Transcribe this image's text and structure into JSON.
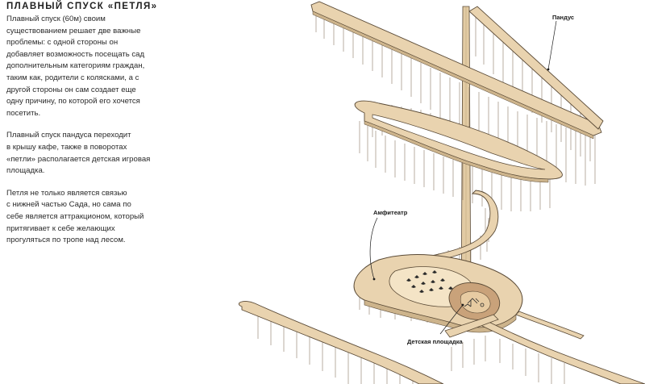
{
  "title": "ПЛАВНЫЙ СПУСК «ПЕТЛЯ»",
  "paragraphs": [
    "Плавный спуск (60м) своим\nсуществованием решает две важные\nпроблемы: с одной стороны он\nдобавляет возможность посещать сад\nдополнительным категориям граждан,\nтаким как, родители с колясками, а с\nдругой стороны он сам создает еще\nодну причину, по которой его хочется\nпосетить.",
    "Плавный спуск пандуса переходит\nв крышу кафе, также в поворотах\n«петли» располагается детская игровая\nплощадка.",
    "Петля не только является связью\nс нижней частью Сада, но сама по\nсебе является аттракционом, который\nпритягивает к себе желающих\nпрогуляться по тропе над лесом."
  ],
  "labels": {
    "ramp": "Пандус",
    "amphitheater": "Амфитеатр",
    "playground": "Детская площадка"
  },
  "colors": {
    "deck": "#e9d3af",
    "deck_edge": "#5a4a36",
    "side": "#cdb48c",
    "post": "#8a7a66",
    "playground": "#c9a27a"
  }
}
